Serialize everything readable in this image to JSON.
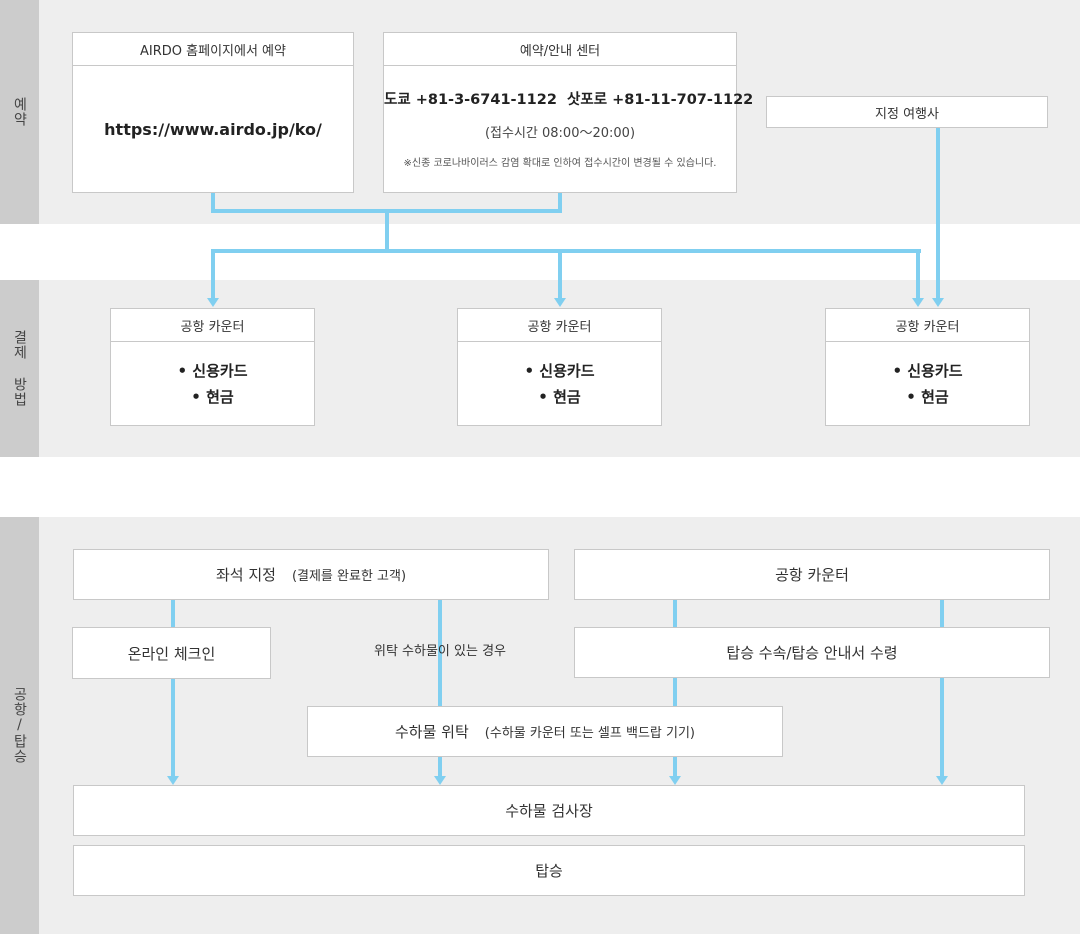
{
  "sections": {
    "booking": "예약",
    "payment": "결제 방법",
    "airport": "공항/탑승"
  },
  "booking": {
    "homepage": {
      "title": "AIRDO 홈페이지에서 예약",
      "url": "https://www.airdo.jp/ko/"
    },
    "center": {
      "title": "예약/안내 센터",
      "phones": "도쿄 +81-3-6741-1122  삿포로 +81-11-707-1122",
      "hours": "(접수시간 08:00～20:00)",
      "note": "※신종 코로나바이러스 감염 확대로 인하여 접수시간이 변경될 수 있습니다."
    },
    "agency": "지정 여행사"
  },
  "payment": {
    "counters": [
      {
        "title": "공항 카운터",
        "items": [
          "• 신용카드",
          "• 현금"
        ]
      },
      {
        "title": "공항 카운터",
        "items": [
          "• 신용카드",
          "• 현금"
        ]
      },
      {
        "title": "공항 카운터",
        "items": [
          "• 신용카드",
          "• 현금"
        ]
      }
    ]
  },
  "airport": {
    "seat_selection": "좌석 지정",
    "seat_selection_note": "(결제를 완료한 고객)",
    "airport_counter": "공항 카운터",
    "online_checkin": "온라인 체크인",
    "baggage_case": "위탁 수하물이 있는 경우",
    "boarding_pass": "탑승 수속/탑승 안내서 수령",
    "baggage_drop": "수하물 위탁",
    "baggage_drop_note": "(수하물 카운터 또는 셀프 백드랍 기기)",
    "security": "수하물 검사장",
    "boarding": "탑승"
  },
  "colors": {
    "connector": "#80cff0",
    "band": "#eeeeee",
    "side": "#cccccc"
  }
}
